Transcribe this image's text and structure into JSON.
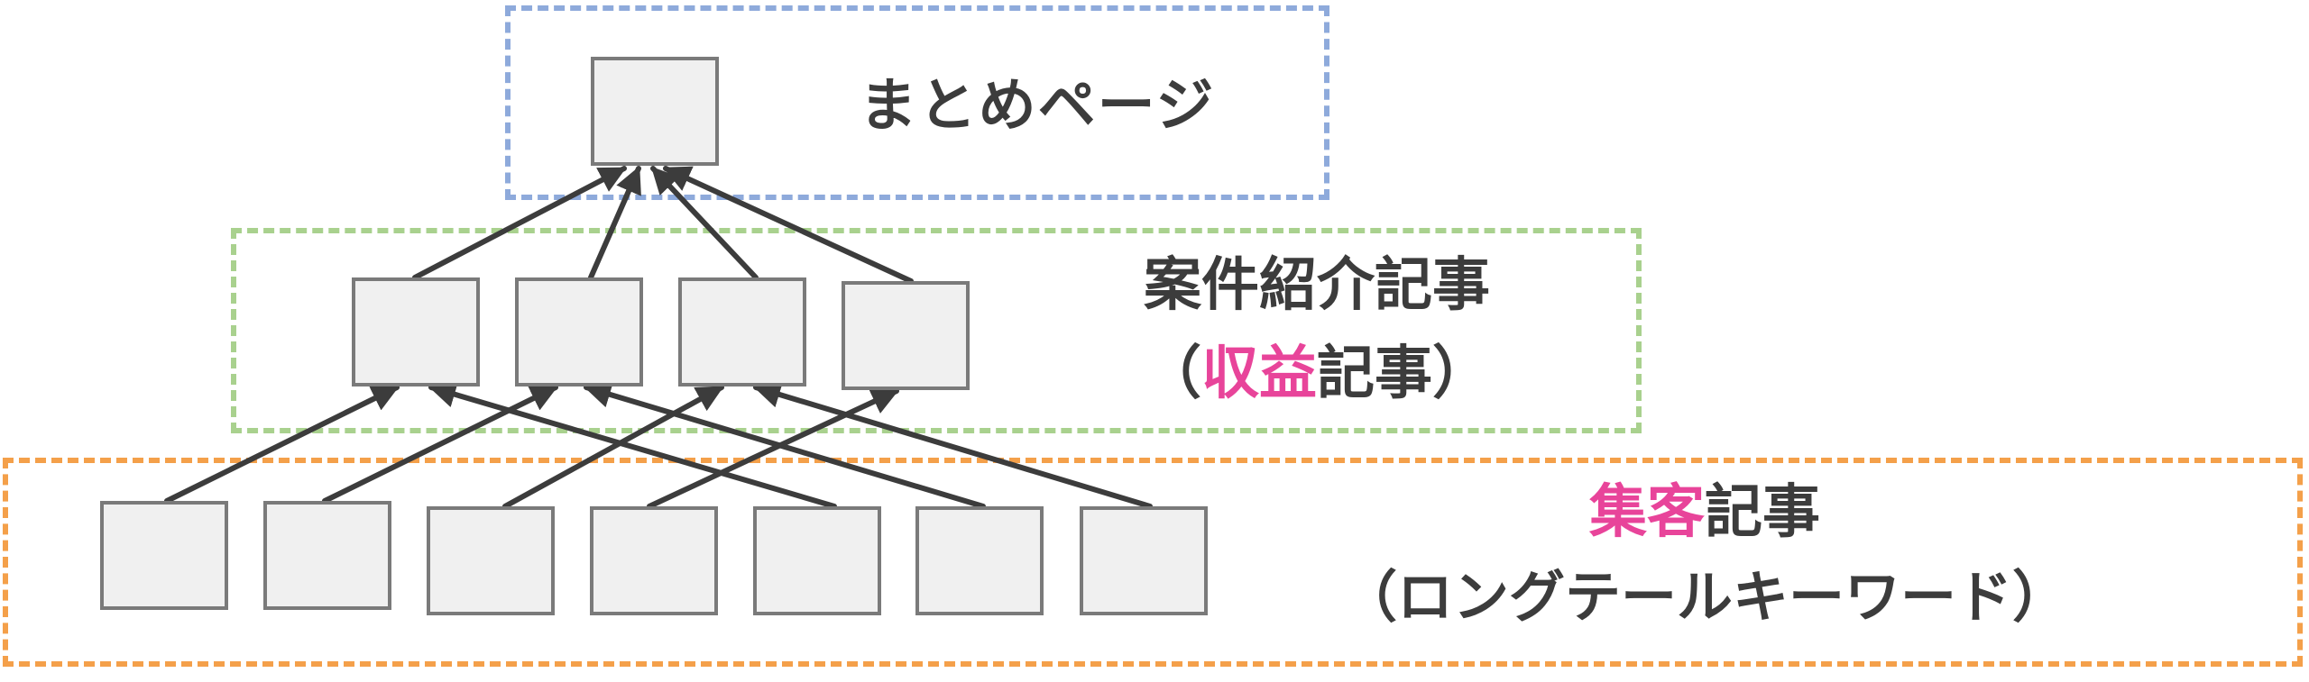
{
  "colors": {
    "top_border": "#8eaadb",
    "mid_border": "#a9d18e",
    "bottom_border": "#f4a04a",
    "highlight": "#e8449a",
    "arrow": "#3c3c3c",
    "node_fill": "#f0f0f0",
    "node_border": "#7a7a7a"
  },
  "tiers": {
    "top": {
      "label": "まとめページ",
      "nodes": 1
    },
    "middle": {
      "title": "案件紹介記事",
      "sub_open": "（",
      "sub_highlight": "収益",
      "sub_rest": "記事",
      "sub_close": "）",
      "nodes": 4
    },
    "bottom": {
      "title_highlight": "集客",
      "title_rest": "記事",
      "subtitle": "（ロングテールキーワード）",
      "nodes": 7
    }
  },
  "edges": {
    "middle_to_top": [
      0,
      1,
      2,
      3
    ],
    "bottom_to_middle": [
      [
        0,
        1
      ],
      [
        1,
        2
      ],
      [
        2,
        3
      ],
      [
        3,
        4
      ],
      [
        4,
        1
      ],
      [
        5,
        2
      ],
      [
        6,
        3
      ]
    ]
  }
}
